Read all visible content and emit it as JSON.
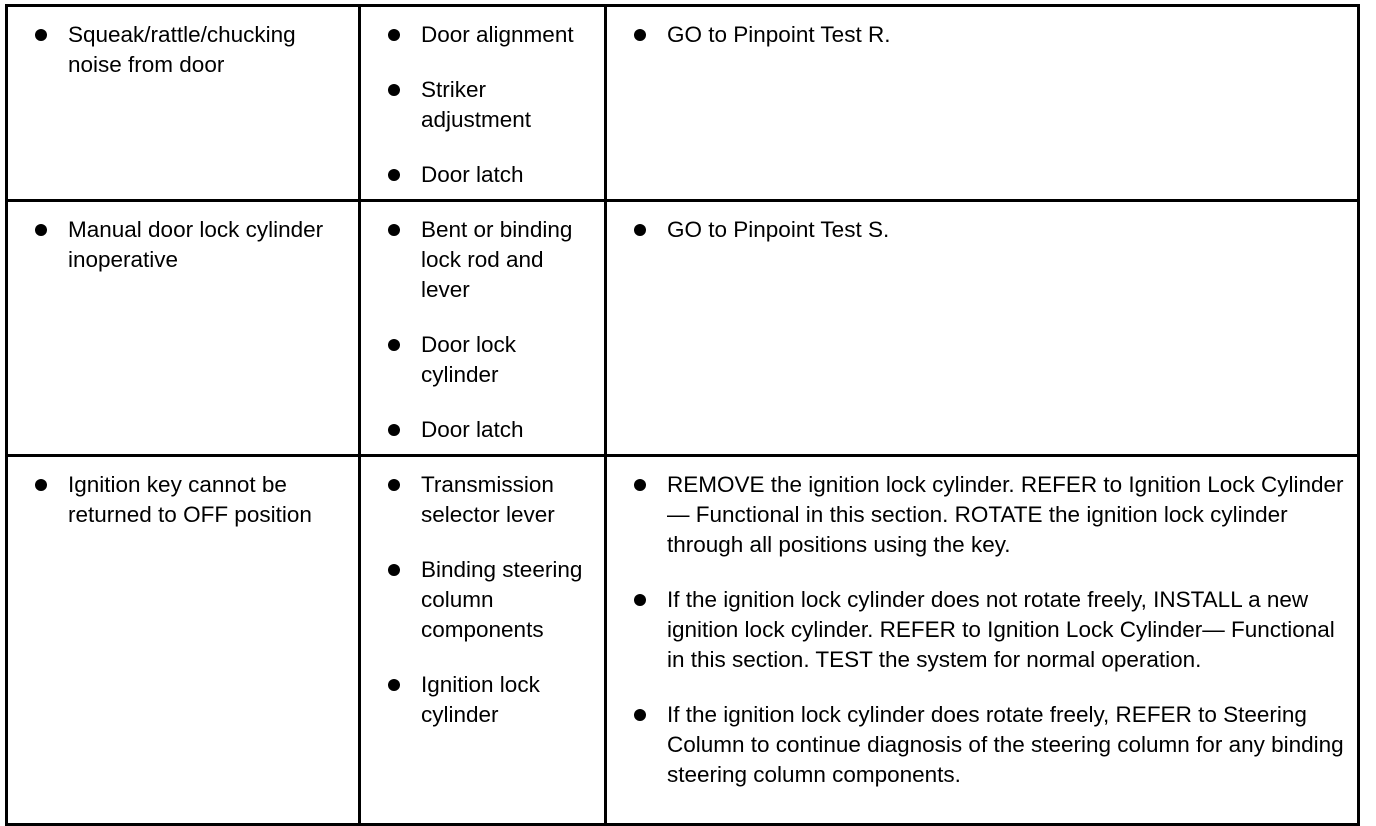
{
  "rows": [
    {
      "condition": [
        "Squeak/rattle/chucking noise from door"
      ],
      "sources": [
        "Door alignment",
        "Striker adjustment",
        "Door latch"
      ],
      "actions": [
        "GO to Pinpoint Test R."
      ]
    },
    {
      "condition": [
        "Manual door lock cylinder inoperative"
      ],
      "sources": [
        "Bent or binding lock rod and lever",
        "Door lock cylinder",
        "Door latch"
      ],
      "actions": [
        "GO to Pinpoint Test S."
      ]
    },
    {
      "condition": [
        "Ignition key cannot be returned to OFF position"
      ],
      "sources": [
        "Transmission selector lever",
        "Binding steering column components",
        "Ignition lock cylinder"
      ],
      "actions": [
        "REMOVE the ignition lock cylinder. REFER to Ignition Lock Cylinder— Functional in this section. ROTATE the ignition lock cylinder through all positions using the key.",
        "If the ignition lock cylinder does not rotate freely, INSTALL a new ignition lock cylinder. REFER to Ignition Lock Cylinder— Functional in this section. TEST the system for normal operation.",
        "If the ignition lock cylinder does rotate freely, REFER to Steering Column to continue diagnosis of the steering column for any binding steering column components."
      ]
    }
  ]
}
